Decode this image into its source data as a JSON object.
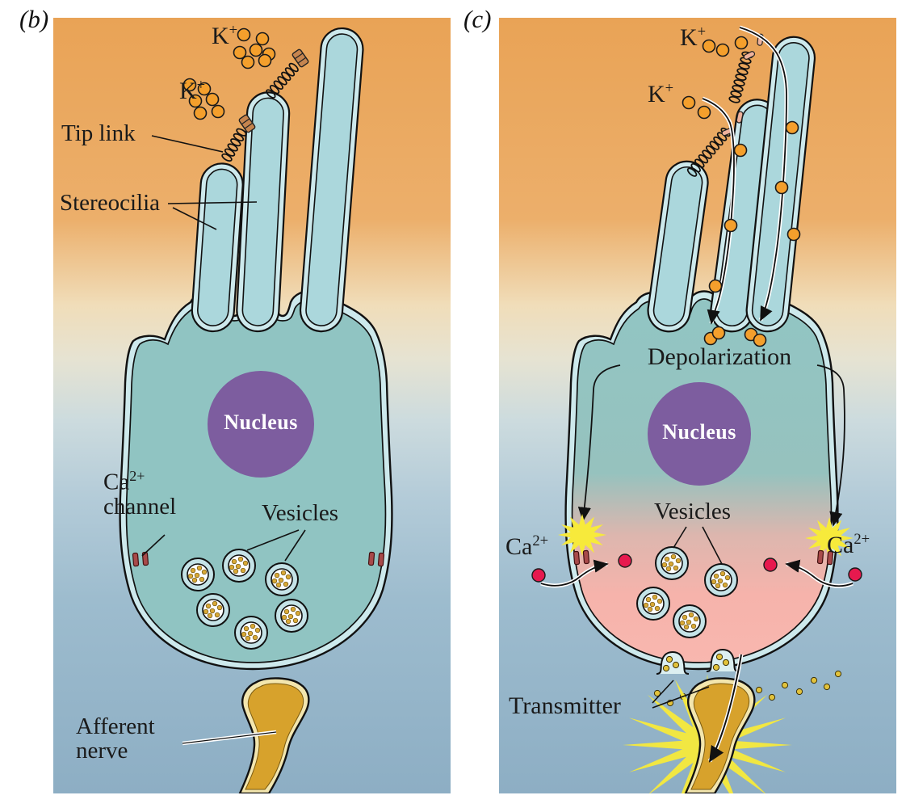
{
  "figure": {
    "panel_b": {
      "label": "(b)",
      "potassium_top": {
        "base": "K",
        "sup": "+"
      },
      "potassium_mid": {
        "base": "K",
        "sup": "+"
      },
      "tip_link": "Tip link",
      "stereocilia": "Stereocilia",
      "nucleus": "Nucleus",
      "calcium_channel": {
        "base": "Ca",
        "sup": "2+",
        "rest": "channel"
      },
      "vesicles": "Vesicles",
      "afferent_nerve": {
        "line1": "Afferent",
        "line2": "nerve"
      }
    },
    "panel_c": {
      "label": "(c)",
      "potassium_top": {
        "base": "K",
        "sup": "+"
      },
      "potassium_mid": {
        "base": "K",
        "sup": "+"
      },
      "depolarization": "Depolarization",
      "nucleus": "Nucleus",
      "vesicles": "Vesicles",
      "calcium_left": {
        "base": "Ca",
        "sup": "2+"
      },
      "calcium_right": {
        "base": "Ca",
        "sup": "2+"
      },
      "transmitter": "Transmitter"
    },
    "colors": {
      "background_top": "#EBA75C",
      "background_bottom": "#8CAEC4",
      "cell_fill": "#90C4C2",
      "membrane_fill": "#CDE9EC",
      "stereocilium_fill": "#ABD7DC",
      "nucleus_fill": "#7D5D9F",
      "nucleus_text": "#FFFFFF",
      "vesicle_ring": "#C5E3E7",
      "vesicle_dot": "#D9A937",
      "k_ion": "#F49F2C",
      "ca_ion": "#E6194E",
      "ca_channel": "#A84A4A",
      "tip_channel_closed": "#C6854F",
      "tip_channel_open": "#EFB29C",
      "nerve_fill": "#D7A22C",
      "nerve_border": "#F3E6AE",
      "depolarized_fill": "#F7B4AC",
      "flash_yellow": "#F7EA3B",
      "label_text": "#1A1A1A"
    }
  }
}
